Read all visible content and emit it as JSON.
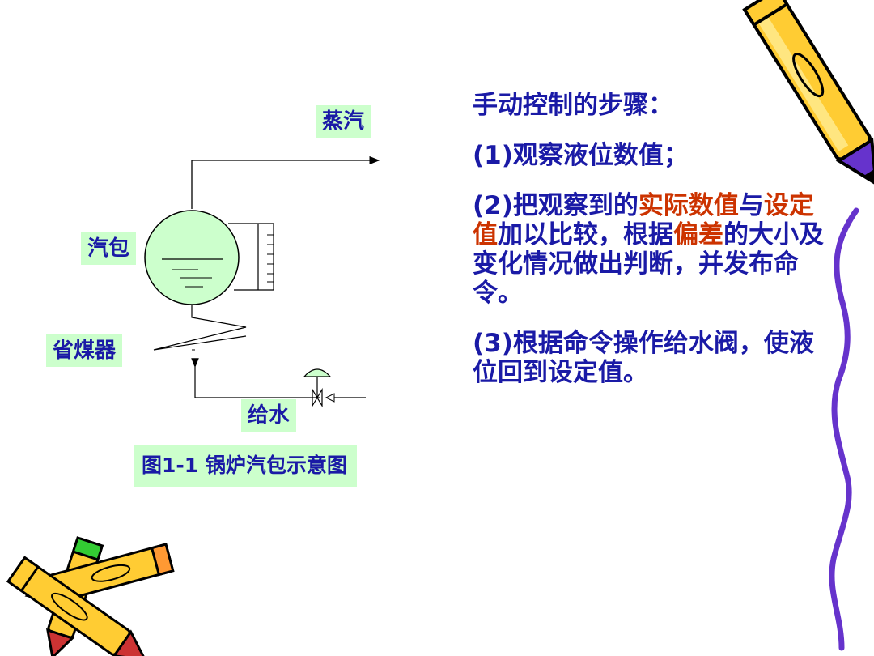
{
  "diagram": {
    "steam_label": "蒸汽",
    "drum_label": "汽包",
    "economizer_label": "省煤器",
    "feedwater_label": "给水",
    "caption": "图1-1  锅炉汽包示意图"
  },
  "steps": {
    "title": "手动控制的步骤：",
    "step1": "(1)观察液位数值；",
    "step2": {
      "a": "(2)把观察到的",
      "b": "实际数值",
      "c": "与",
      "d": "设定值",
      "e": "加以比较，根据",
      "f": "偏差",
      "g": "的大小及变化情况做出判断，并发布命令。"
    },
    "step3": "(3)根据命令操作给水阀，使液位回到设定值。"
  },
  "colors": {
    "text": "#1a1aa6",
    "highlight": "#cc3300",
    "label_bg": "#ccffcc",
    "drum_fill": "#ccffcc",
    "border_purple": "#6633cc"
  },
  "icons": [
    "pencil-icon-top-right",
    "pencils-icon-bottom-left"
  ]
}
